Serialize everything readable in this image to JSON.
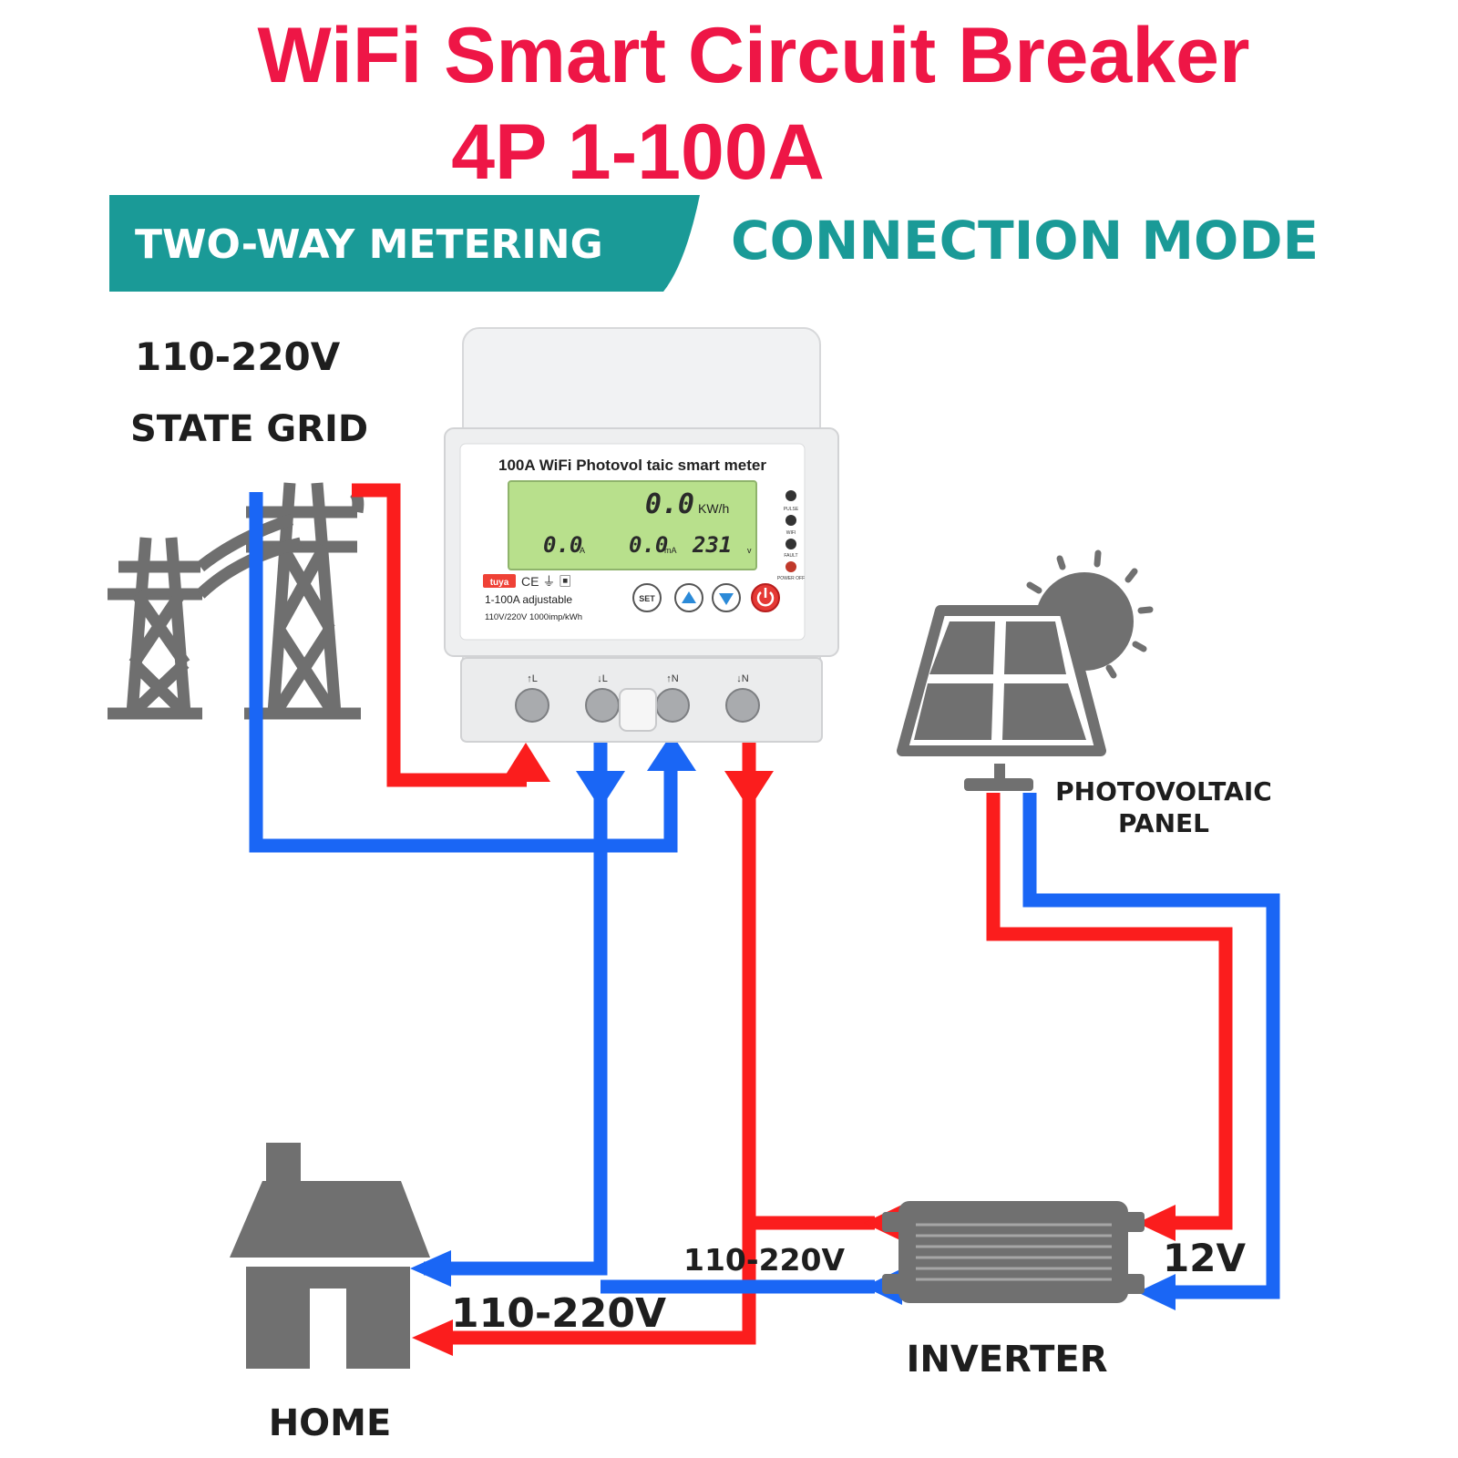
{
  "header": {
    "title_line1": "WiFi Smart Circuit Breaker",
    "title_line2": "4P 1-100A",
    "banner_label": "TWO-WAY METERING",
    "mode_label": "CONNECTION MODE"
  },
  "grid": {
    "voltage": "110-220V",
    "name": "STATE GRID"
  },
  "meter": {
    "model_title": "100A WiFi Photovol taic smart meter",
    "energy_reading": "0.0",
    "energy_unit": "KW/h",
    "current_reading": "0.0",
    "current_unit": "A",
    "current2_reading": "0.0",
    "current2_unit": "mA",
    "voltage_reading": "231",
    "voltage_unit": "v",
    "brand_badge": "tuya",
    "spec_line1": "1-100A adjustable",
    "spec_line2": "110V/220V 1000imp/kWh",
    "buttons": {
      "set": "SET",
      "up_icon": "up-arrow-icon",
      "down_icon": "down-arrow-icon",
      "power_icon": "power-icon"
    },
    "indicators": [
      "PULSE",
      "WIFI",
      "FAULT",
      "POWER OFF"
    ],
    "terminals": [
      "↑L",
      "↓L",
      "↑N",
      "↓N"
    ]
  },
  "pv": {
    "label_line1": "PHOTOVOLTAIC",
    "label_line2": "PANEL"
  },
  "inverter": {
    "label": "INVERTER",
    "dc_voltage": "12V",
    "ac_voltage": "110-220V"
  },
  "home": {
    "label": "HOME",
    "voltage": "110-220V"
  },
  "colors": {
    "title_red": "#ee1646",
    "teal": "#1a9a97",
    "live_red": "#fb1d1d",
    "neutral_blue": "#1a66f5",
    "icon_gray": "#6f6f6f",
    "lcd_green": "#b8e08c"
  }
}
